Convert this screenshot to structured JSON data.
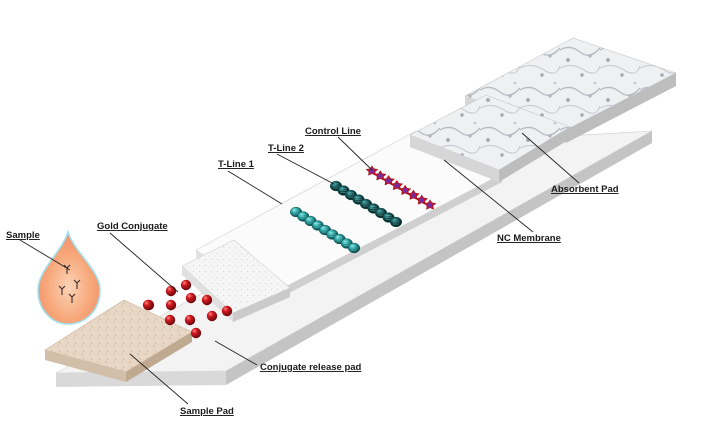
{
  "labels": {
    "sample": "Sample",
    "gold_conjugate": "Gold Conjugate",
    "t_line_1": "T-Line 1",
    "t_line_2": "T-Line 2",
    "control_line": "Control Line",
    "absorbent_pad": "Absorbent Pad",
    "nc_membrane": "NC Membrane",
    "conjugate_release_pad": "Conjugate release pad",
    "sample_pad": "Sample Pad"
  },
  "colors": {
    "sample_pad": "#e8d6c4",
    "gold_particle": "#b3121b",
    "t_line_bead": "#1f9a9a",
    "t_line_2_bead": "#0f4f4f",
    "control_bead": "#7b2a9c",
    "control_outline": "#c4141c",
    "drop": "#f7a77a"
  }
}
